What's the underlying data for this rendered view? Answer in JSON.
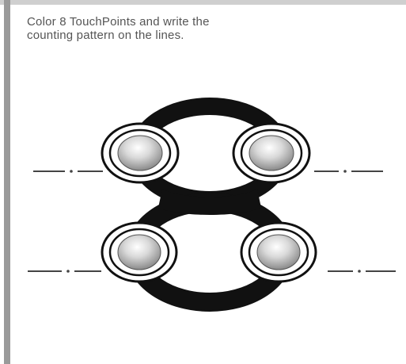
{
  "worksheet": {
    "instruction_line1": "Color 8 TouchPoints and write the",
    "instruction_line2": "counting pattern on the lines.",
    "numeral": "8",
    "touchpoint_count": 4
  }
}
